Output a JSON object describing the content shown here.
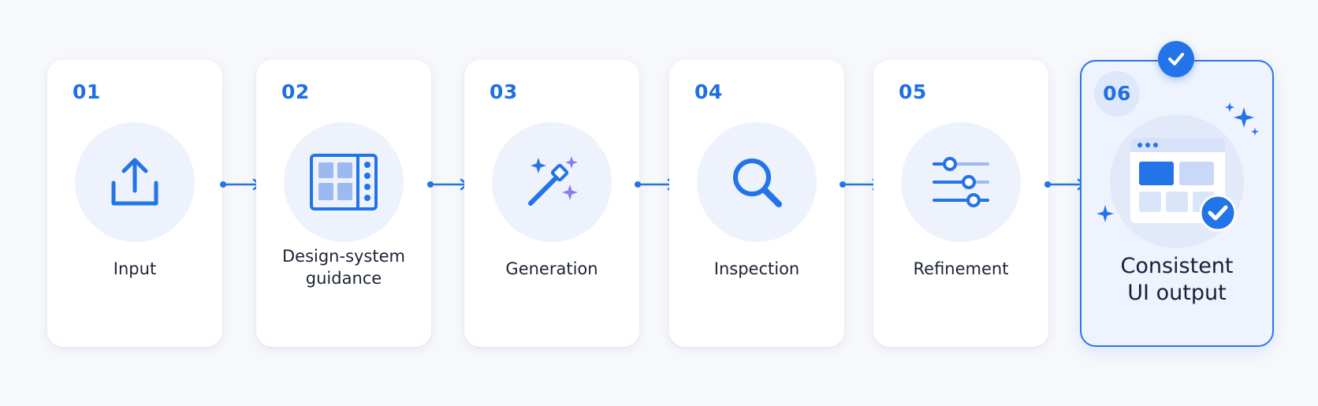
{
  "steps": [
    {
      "number": "01",
      "label": "Input",
      "icon": "upload-icon"
    },
    {
      "number": "02",
      "label": "Design-system guidance",
      "label_line1": "Design-system",
      "label_line2": "guidance",
      "icon": "design-grid-icon"
    },
    {
      "number": "03",
      "label": "Generation",
      "icon": "magic-wand-icon"
    },
    {
      "number": "04",
      "label": "Inspection",
      "icon": "magnifier-icon"
    },
    {
      "number": "05",
      "label": "Refinement",
      "icon": "sliders-icon"
    },
    {
      "number": "06",
      "label": "Consistent UI output",
      "label_line1": "Consistent",
      "label_line2": "UI output",
      "icon": "ui-window-check-icon"
    }
  ],
  "colors": {
    "accent": "#2274e8",
    "accent_light": "#edf2fd",
    "text": "#1c2433",
    "background": "#f7f8fb",
    "sparkle_purple": "#8b7cf0"
  }
}
